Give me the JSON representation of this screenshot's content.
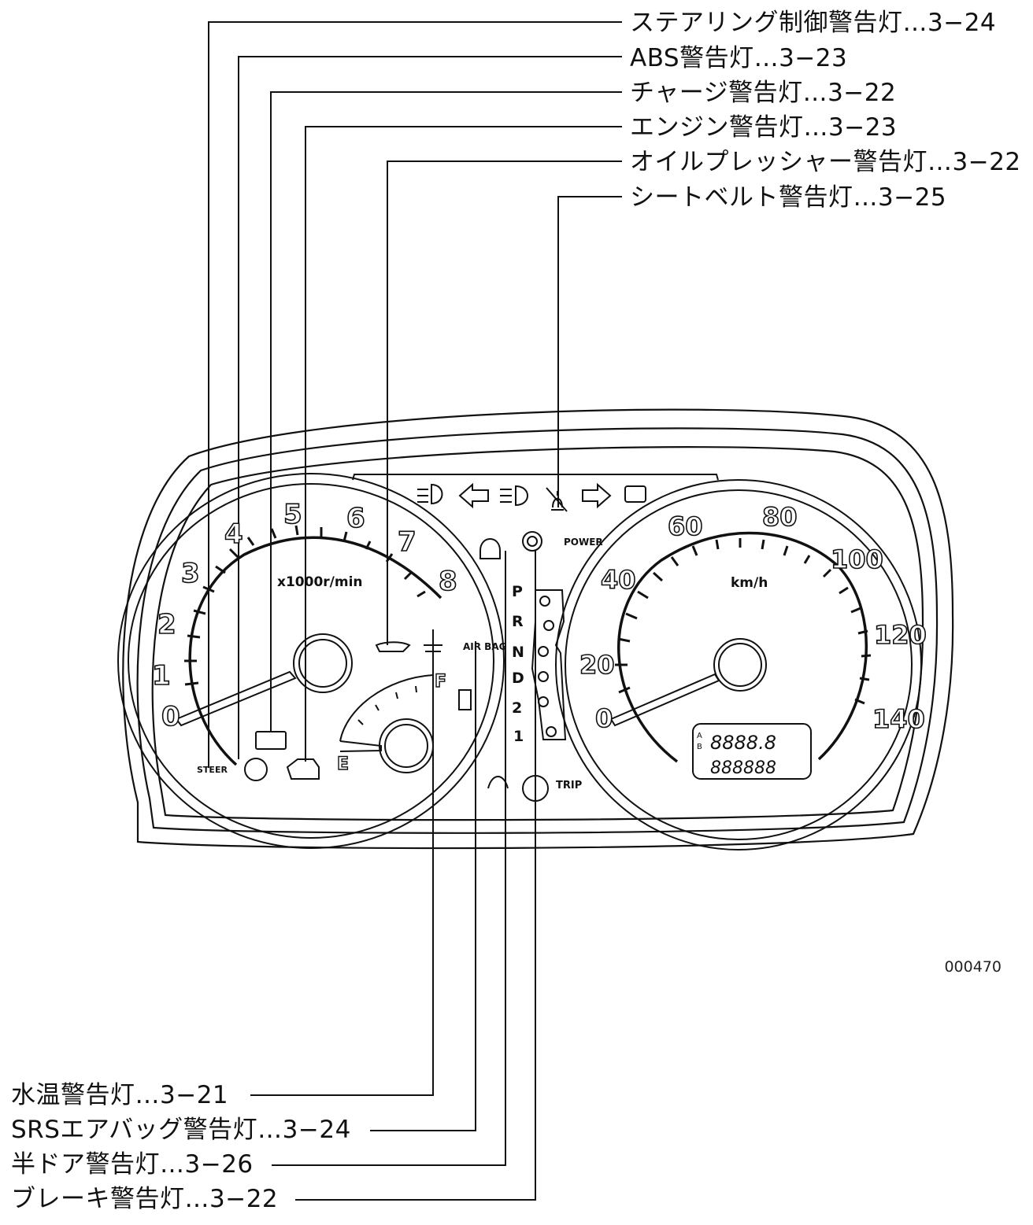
{
  "figure_id": "000470",
  "callouts_top": [
    {
      "id": "steering",
      "label": "ステアリング制御警告灯…3−24"
    },
    {
      "id": "abs",
      "label": "ABS警告灯…3−23"
    },
    {
      "id": "charge",
      "label": "チャージ警告灯…3−22"
    },
    {
      "id": "engine",
      "label": "エンジン警告灯…3−23"
    },
    {
      "id": "oil",
      "label": "オイルプレッシャー警告灯…3−22"
    },
    {
      "id": "seatbelt",
      "label": "シートベルト警告灯…3−25"
    }
  ],
  "callouts_bottom": [
    {
      "id": "water",
      "label": "水温警告灯…3−21"
    },
    {
      "id": "srs",
      "label": "SRSエアバッグ警告灯…3−24"
    },
    {
      "id": "door",
      "label": "半ドア警告灯…3−26"
    },
    {
      "id": "brake",
      "label": "ブレーキ警告灯…3−22"
    }
  ],
  "tachometer": {
    "numbers": [
      "0",
      "1",
      "2",
      "3",
      "4",
      "5",
      "6",
      "7",
      "8"
    ],
    "unit": "x1000r/min"
  },
  "speedometer": {
    "numbers": [
      "0",
      "20",
      "40",
      "60",
      "80",
      "100",
      "120",
      "140"
    ],
    "unit": "km/h"
  },
  "fuel": {
    "full": "F",
    "empty": "E"
  },
  "gear_positions": [
    "P",
    "R",
    "N",
    "D",
    "2",
    "1"
  ],
  "odometer": {
    "trip_a": "A",
    "trip_b": "B",
    "trip_digits": "8888.8",
    "odo_digits": "888888"
  },
  "panel_labels": {
    "power": "POWER",
    "trip": "TRIP",
    "steer": "STEER",
    "airbag": "AIR BAG"
  }
}
